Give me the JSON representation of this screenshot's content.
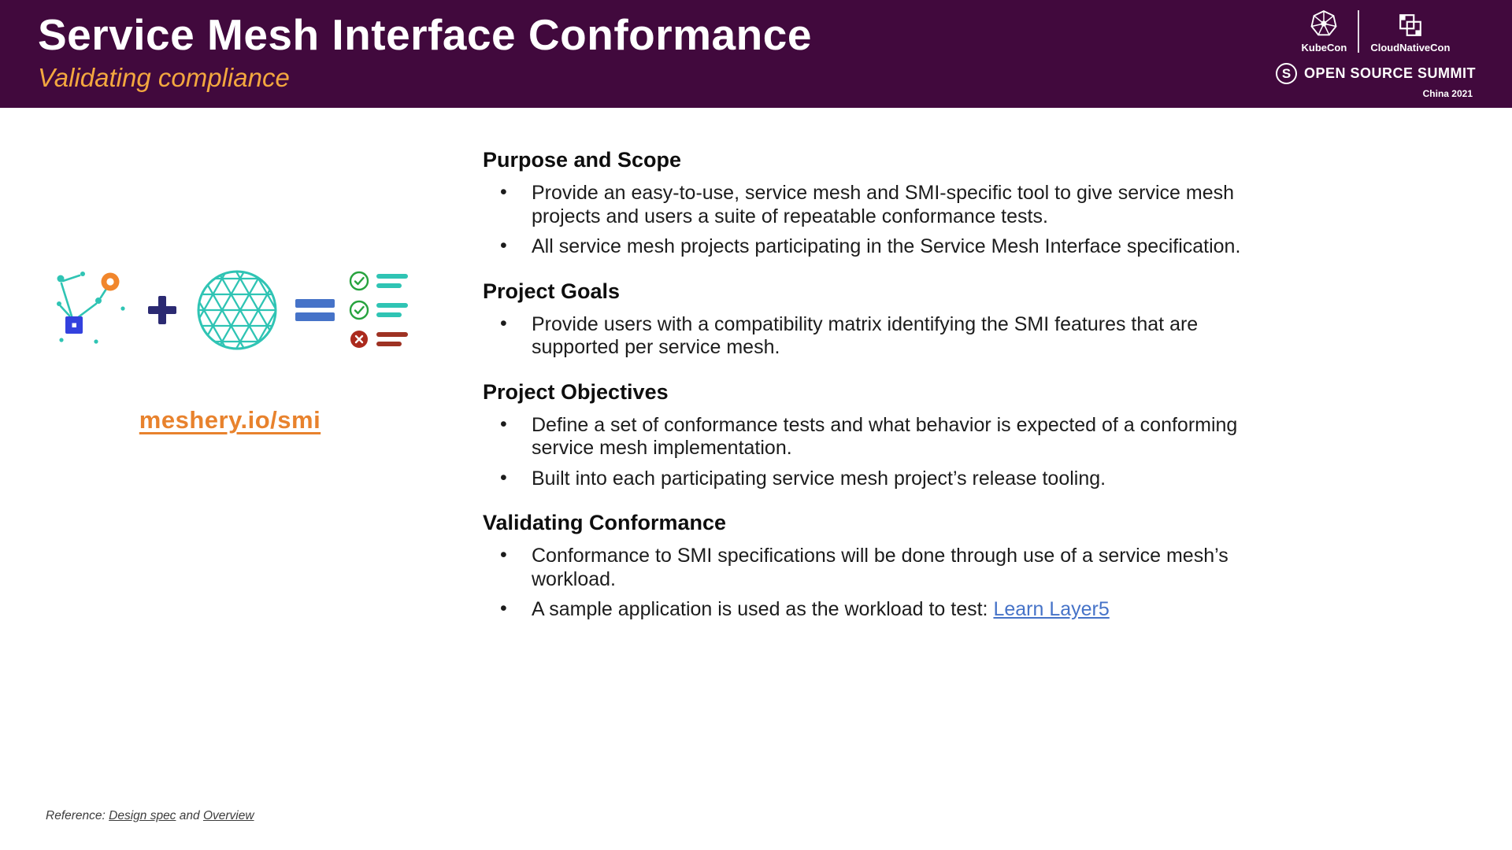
{
  "header": {
    "title": "Service Mesh Interface Conformance",
    "subtitle": "Validating compliance",
    "brand": {
      "kubecon": "KubeCon",
      "cloudnativecon": "CloudNativeCon",
      "summit": "OPEN SOURCE SUMMIT",
      "location": "China 2021"
    }
  },
  "icons": {
    "oss_logo": "S"
  },
  "left": {
    "link": "meshery.io/smi"
  },
  "sections": [
    {
      "heading": "Purpose and Scope",
      "bullets": [
        "Provide an easy-to-use, service mesh and SMI-specific tool to give service mesh projects and users a suite of repeatable conformance tests.",
        "All service mesh projects participating in the Service Mesh Interface specification."
      ]
    },
    {
      "heading": "Project Goals",
      "bullets": [
        "Provide users with a compatibility matrix identifying the SMI features that are supported per service mesh."
      ]
    },
    {
      "heading": "Project Objectives",
      "bullets": [
        "Define a set of conformance tests and what behavior is expected of a conforming service mesh implementation.",
        "Built into each participating service mesh project’s release tooling."
      ]
    },
    {
      "heading": "Validating Conformance",
      "bullets": [
        "Conformance to SMI specifications will be done through use of a service mesh’s workload.",
        {
          "text": "A sample application is used as the workload to test: ",
          "link": "Learn Layer5"
        }
      ]
    }
  ],
  "footer": {
    "prefix": "Reference:",
    "design_spec": "Design spec",
    "and": "and",
    "overview": "Overview"
  },
  "colors": {
    "header_background": "#41093d",
    "subtitle_orange": "#f3a73f",
    "meshery_orange": "#e8822d",
    "teal": "#2fc4b4",
    "check_green": "#27a33e",
    "error_red": "#ab2a1d",
    "equals_blue": "#4673c8",
    "plus_indigo": "#2b2a72"
  }
}
